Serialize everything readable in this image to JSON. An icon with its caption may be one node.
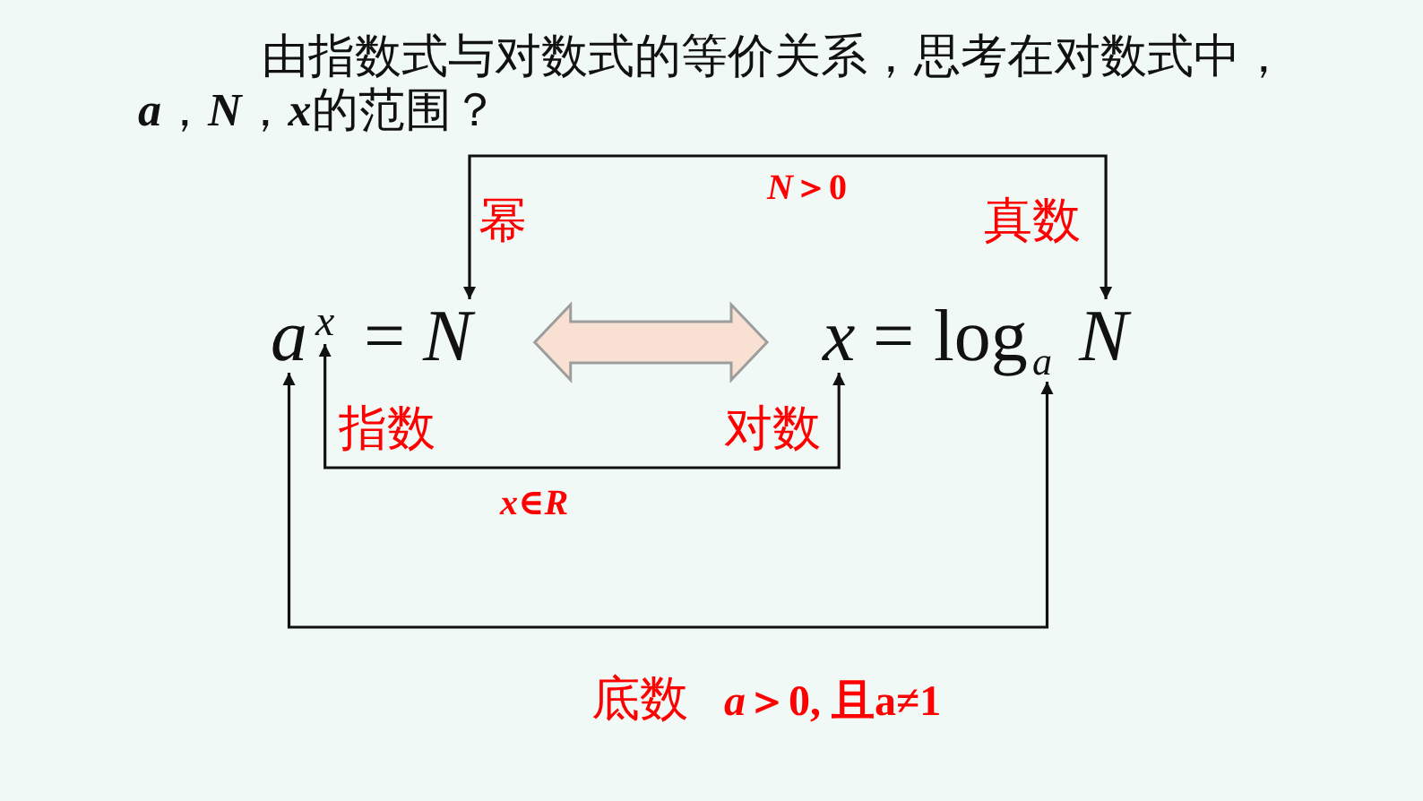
{
  "diagram": {
    "title": "由指数式与对数式的等价关系，思考在对数式中，**a**，**N**，**x**的范围？",
    "nodes": [
      {
        "text": [
          "a"
        ]
      },
      {
        "text": [
          "x"
        ]
      },
      {
        "text": [
          "N"
        ],
        "beside": [
          "幂"
        ]
      },
      {
        "text": [
          "x"
        ],
        "beside": [
          "对数"
        ]
      },
      {
        "text": [
          "a"
        ]
      },
      {
        "text": [
          "N"
        ],
        "beside": [
          "真数"
        ]
      }
    ],
    "edges": [
      {
        "from": 2,
        "to": 5,
        "arrow": "both",
        "label": "*N*＞0"
      },
      {
        "from": 1,
        "to": 3,
        "arrow": "both",
        "label": "x∈R"
      },
      {
        "from": 0,
        "to": 4,
        "arrow": "both",
        "label": "*a*＞0, 且a≠1"
      },
      {
        "from": 2,
        "to": 3,
        "arrow": "both",
        "style": "thick",
        "color": "#f8e1d3"
      }
    ],
    "labels": [
      "=",
      "=",
      "log",
      "指数",
      "底数"
    ]
  }
}
